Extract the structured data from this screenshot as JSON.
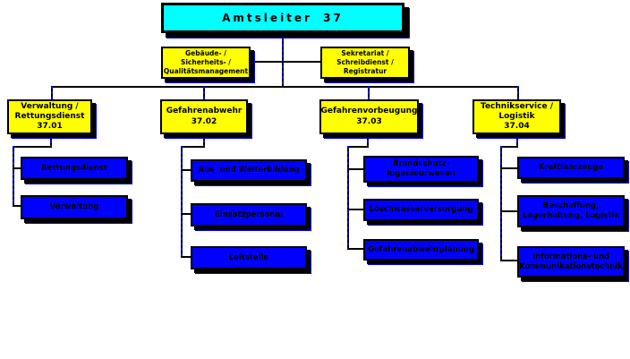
{
  "colors": {
    "root_fill": "#00ffff",
    "dept_fill": "#ffff00",
    "unit_fill": "#0000ff",
    "line": "#000000",
    "shadow": "#000000",
    "shadow_fringe": "#0000ff",
    "background": "#ffffff"
  },
  "root": {
    "label": "Amtsleiter 37"
  },
  "staff_units": [
    {
      "label": "Gebäude- /\nSicherheits- /\nQualitätsmanagement"
    },
    {
      "label": "Sekretariat /\nSchreibdienst /\nRegistratur"
    }
  ],
  "departments": [
    {
      "label": "Verwaltung /\nRettungsdienst\n37.01",
      "units": [
        {
          "label": "Rettungsdienst"
        },
        {
          "label": "Verwaltung"
        }
      ]
    },
    {
      "label": "Gefahrenabwehr\n37.02",
      "units": [
        {
          "label": "Aus- und Weiterbildung"
        },
        {
          "label": "Einsatzpersonal"
        },
        {
          "label": "Leitstelle"
        }
      ]
    },
    {
      "label": "Gefahrenvorbeugung\n37.03",
      "units": [
        {
          "label": "Brandschutz-\nIngenieurwesen"
        },
        {
          "label": "Löschwasserversorgung"
        },
        {
          "label": "Gefahrenabwehrplanung"
        }
      ]
    },
    {
      "label": "Technikservice /\nLogistik\n37.04",
      "units": [
        {
          "label": "Kraftfahrzeuge"
        },
        {
          "label": "Beschaffung,\nLagerhaltung, Logistik"
        },
        {
          "label": "Informations- und\nKommunikationstechnik"
        }
      ]
    }
  ]
}
